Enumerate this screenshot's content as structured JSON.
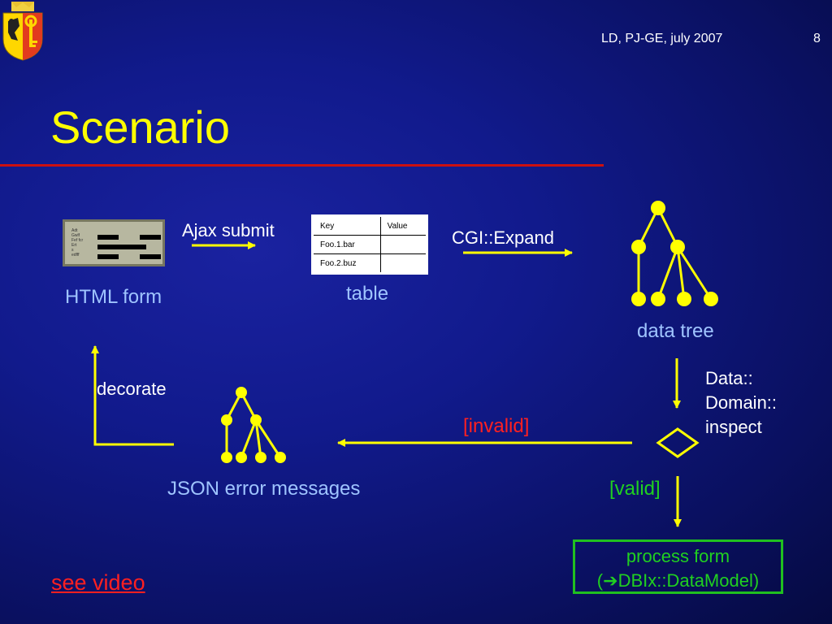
{
  "header": {
    "credit": "LD, PJ-GE, july 2007",
    "page_number": "8"
  },
  "title": "Scenario",
  "form": {
    "name": "HTML form",
    "thumbnail_labels": [
      "Adt",
      "Gwlf",
      "Fef  fcr",
      "Ert",
      "s",
      "edfff"
    ]
  },
  "arrows": {
    "ajax_submit": "Ajax submit",
    "cgi_expand": "CGI::Expand",
    "inspect": "Data:: Domain:: inspect",
    "invalid": "[invalid]",
    "valid": "[valid]",
    "decorate": "decorate"
  },
  "table": {
    "name": "table",
    "headers": [
      "Key",
      "Value"
    ],
    "rows": [
      [
        "Foo.1.bar",
        ""
      ],
      [
        "Foo.2.buz",
        ""
      ]
    ]
  },
  "data_tree": {
    "name": "data tree"
  },
  "json_errors": {
    "name": "JSON error messages"
  },
  "process": {
    "line1": "process form",
    "arrow_glyph": "➔",
    "line2": "DBIx::DataModel)",
    "open_paren": "("
  },
  "link": {
    "label": "see video"
  },
  "colors": {
    "accent": "#ffff00",
    "rule": "#cc1010",
    "invalid": "#ff2020",
    "valid": "#20d020",
    "label": "#9fc4ff"
  }
}
